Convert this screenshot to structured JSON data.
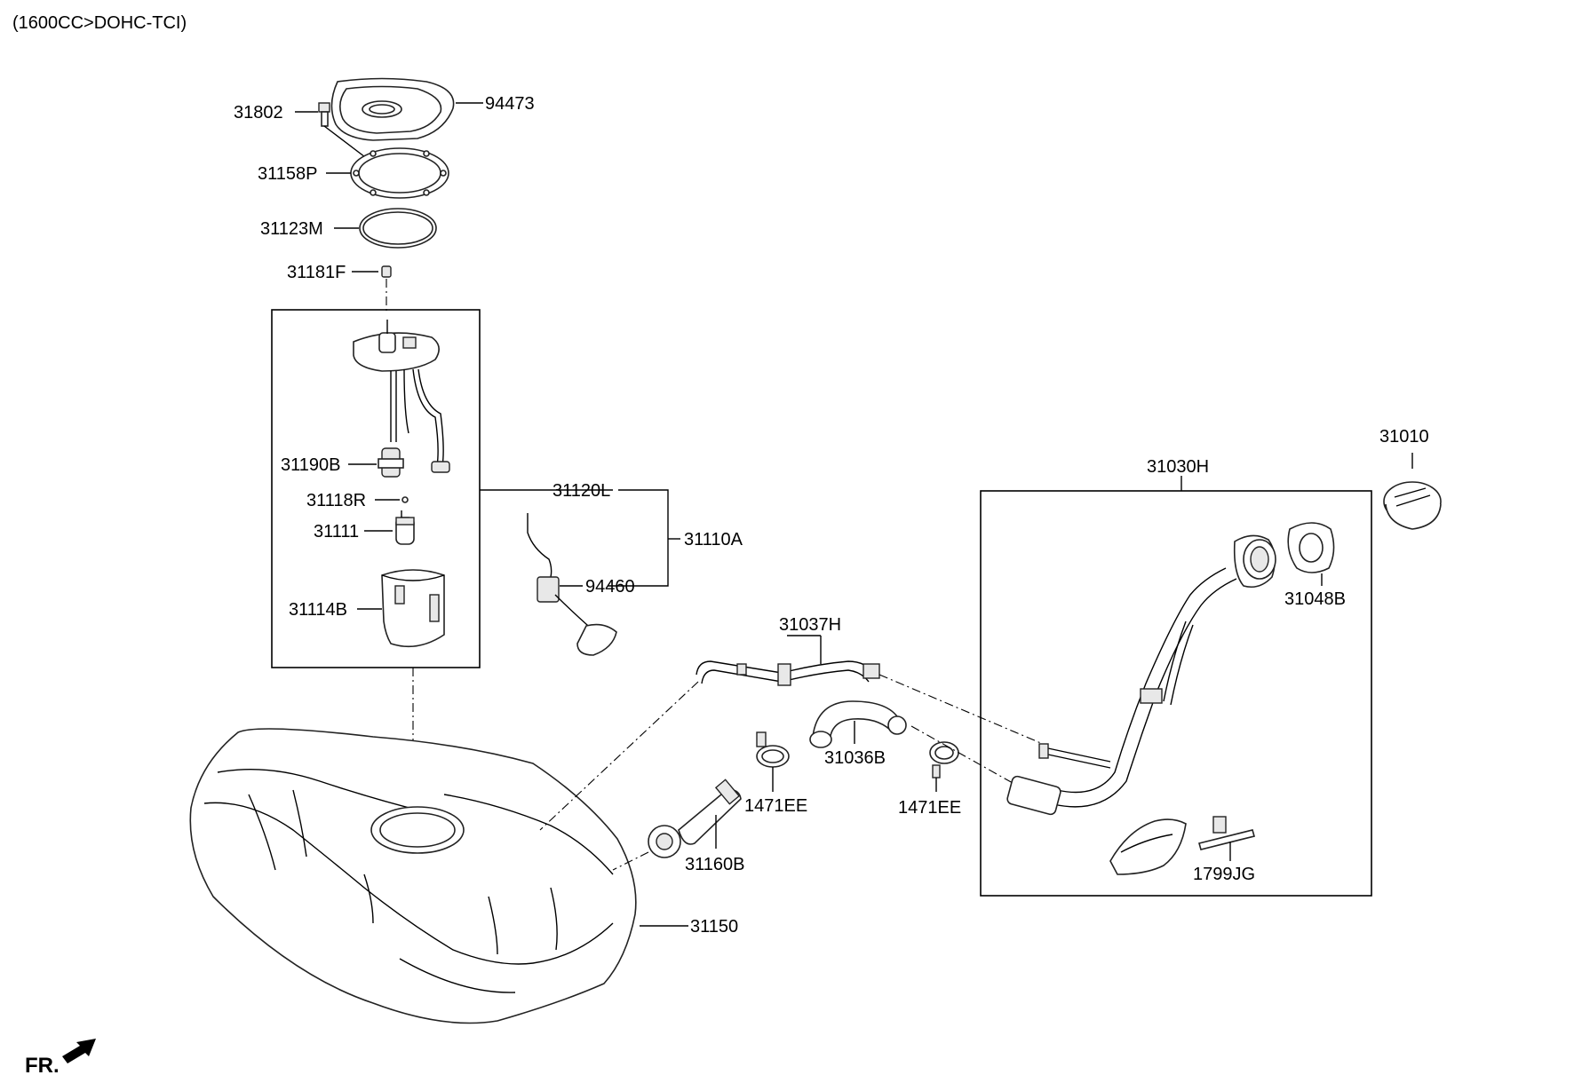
{
  "header": {
    "engine": "(1600CC>DOHC-TCI)"
  },
  "orientation": {
    "label": "FR."
  },
  "callouts": {
    "p31802": "31802",
    "p94473": "94473",
    "p31158P": "31158P",
    "p31123M": "31123M",
    "p31181F": "31181F",
    "p31190B": "31190B",
    "p31118R": "31118R",
    "p31111": "31111",
    "p31114B": "31114B",
    "p31120L": "31120L",
    "p31110A": "31110A",
    "p94460": "94460",
    "p31037H": "31037H",
    "p31036B": "31036B",
    "p1471EE_a": "1471EE",
    "p1471EE_b": "1471EE",
    "p31160B": "31160B",
    "p31150": "31150",
    "p31030H": "31030H",
    "p31010": "31010",
    "p31048B": "31048B",
    "p1799JG": "1799JG"
  }
}
